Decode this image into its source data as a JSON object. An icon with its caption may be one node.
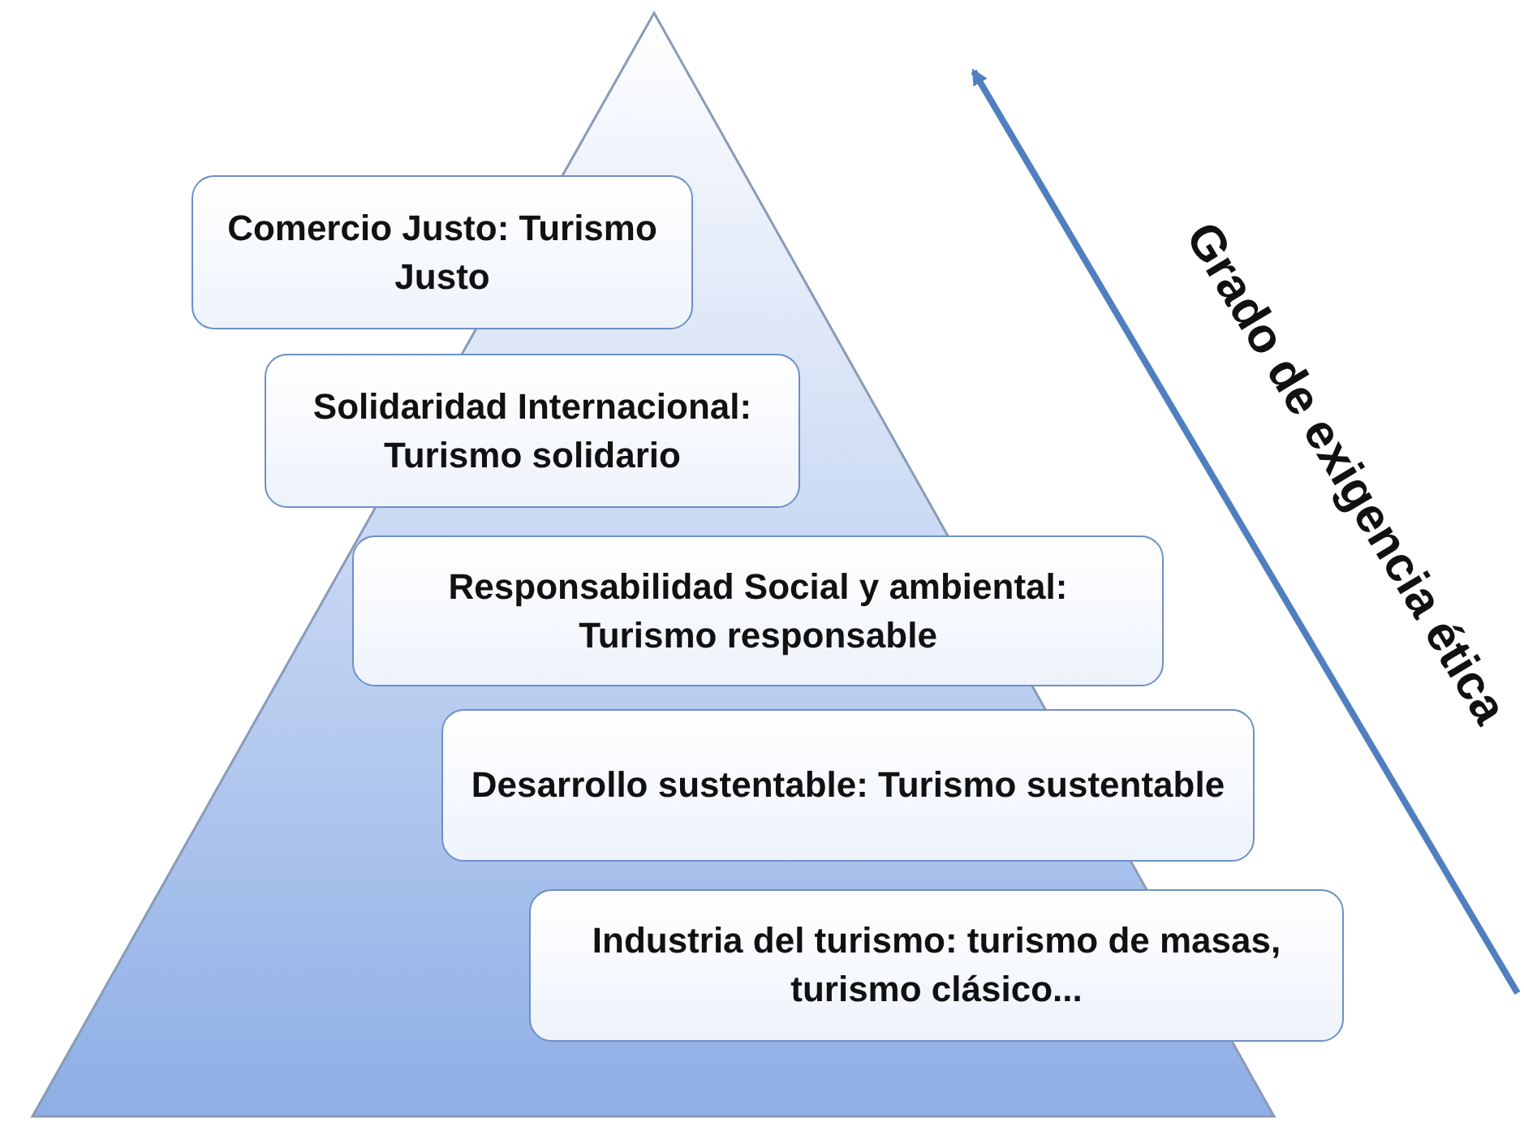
{
  "diagram": {
    "nodes": [
      {
        "text": [
          "Comercio Justo: Turismo Justo"
        ]
      },
      {
        "text": [
          "Solidaridad Internacional: Turismo solidario"
        ]
      },
      {
        "text": [
          "Responsabilidad Social y ambiental: Turismo responsable"
        ]
      },
      {
        "text": [
          "Desarrollo sustentable: Turismo sustentable"
        ]
      },
      {
        "text": [
          "Industria del turismo: turismo de masas, turismo clásico..."
        ]
      }
    ],
    "labels": [
      "Grado de exigencia ética"
    ]
  }
}
